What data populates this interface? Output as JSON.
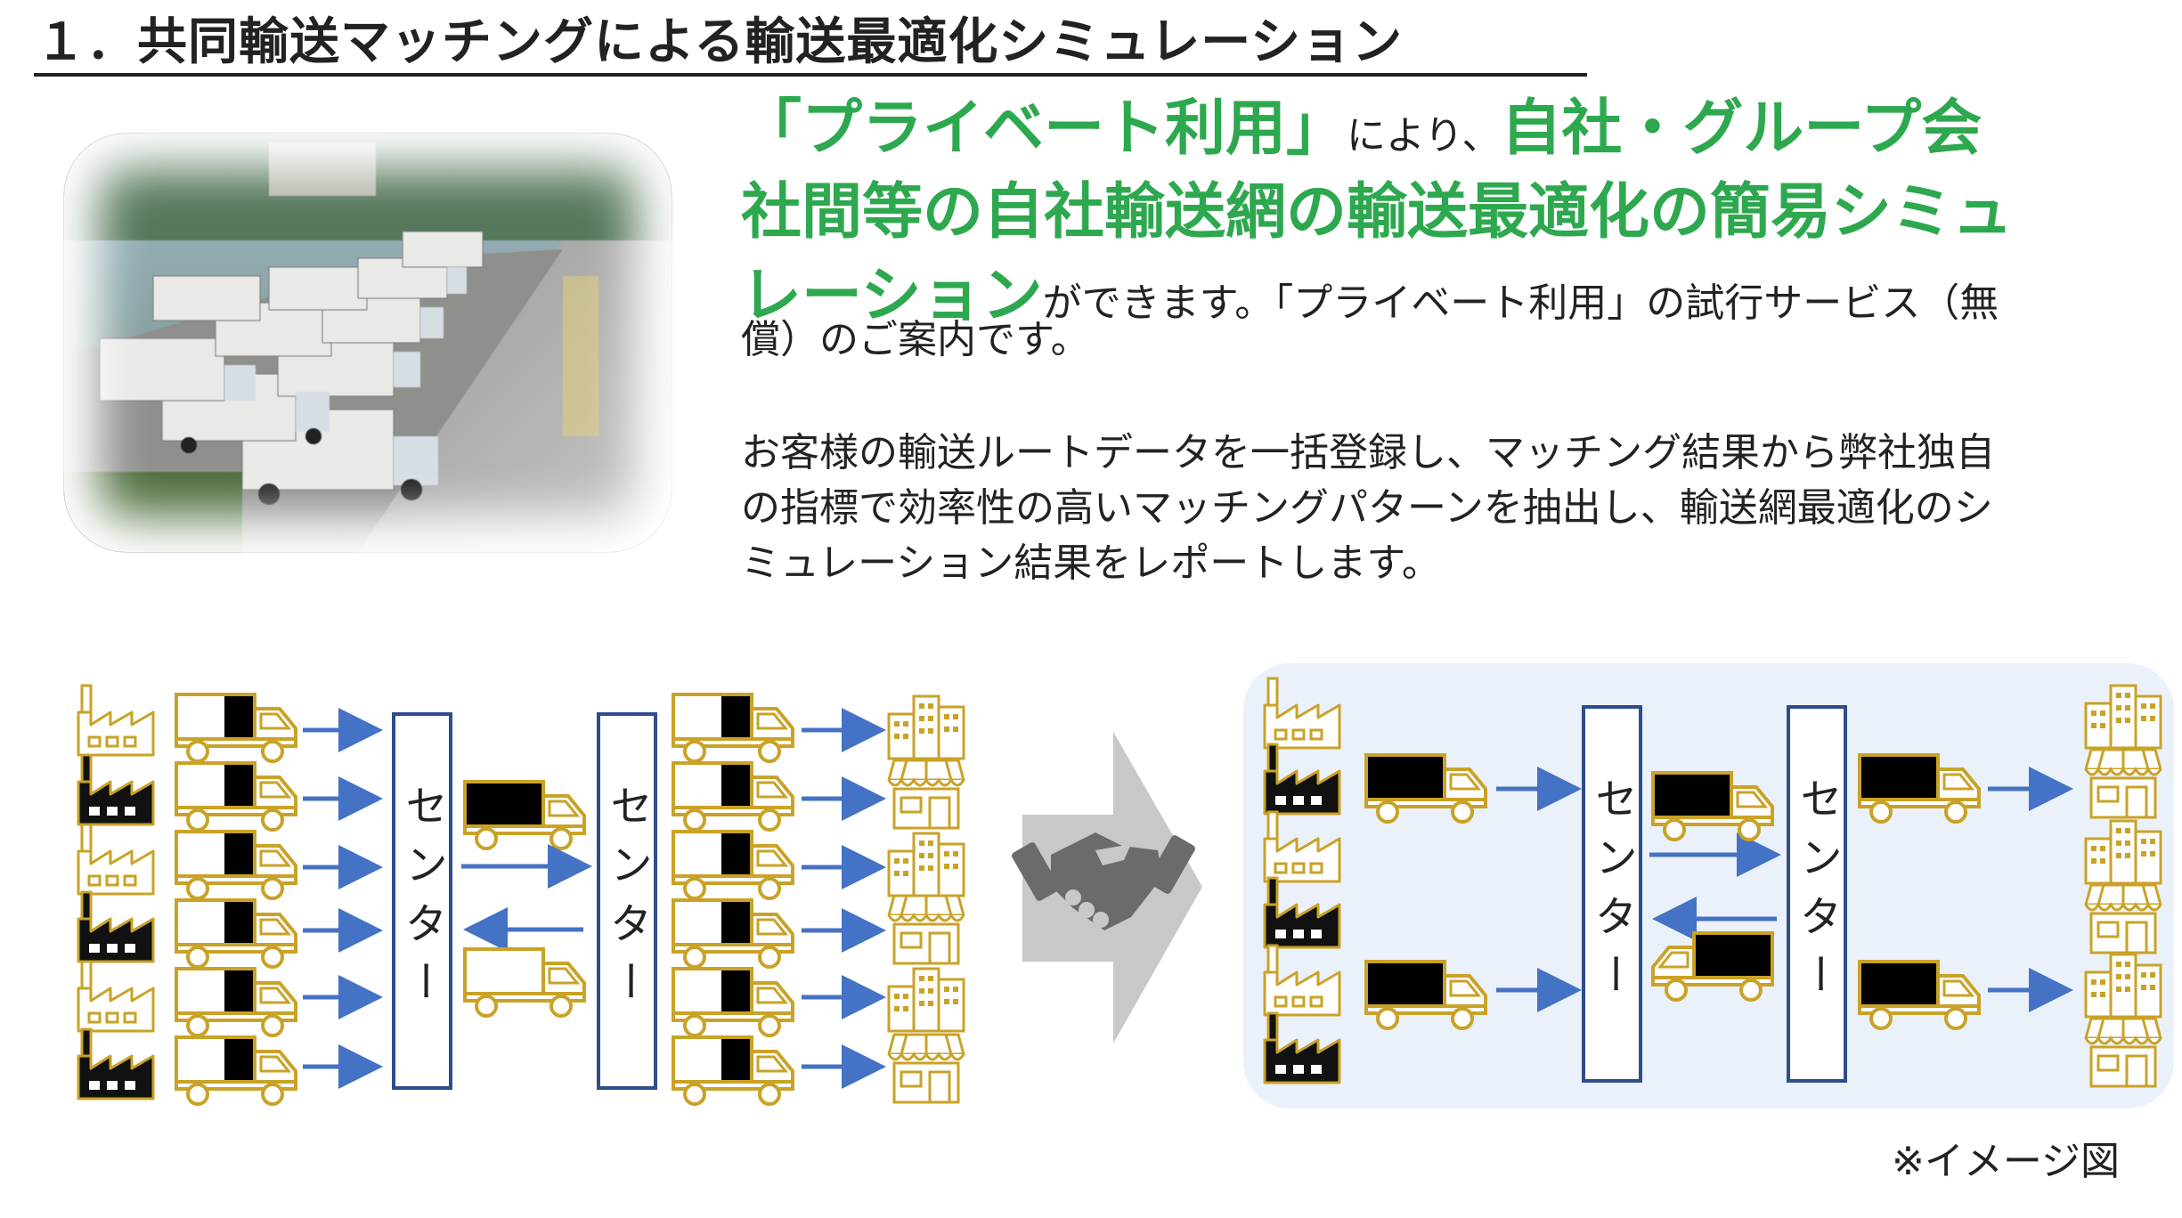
{
  "title": "１．共同輸送マッチングによる輸送最適化シミュレーション",
  "photo": {
    "alt_desc": ""
  },
  "lead": {
    "part1": "「プライベート利用」",
    "part2": "により、",
    "part3": "自社・グループ会",
    "line2": "社間等の自社輸送網の輸送最適化の簡易シミュ",
    "part4": "レーション",
    "part5": "ができます。「プライベート利用」の試行サービス（無",
    "line4": "償）のご案内です。"
  },
  "body": {
    "line1": "お客様の輸送ルートデータを一括登録し、マッチング結果から弊社独自",
    "line2": "の指標で効率性の高いマッチングパターンを抽出し、輸送網最適化のシ",
    "line3": "ミュレーション結果をレポートします。"
  },
  "diagram": {
    "center_label": "センター",
    "colors": {
      "gold": "#c9a227",
      "arrow_blue": "#4472c4",
      "box_border": "#2f4c8c",
      "bg_panel": "#eaf1fa",
      "big_arrow": "#c8c8c8",
      "handshake": "#6b6b6b"
    },
    "icons": [
      "factory-icon",
      "truck-icon",
      "building-icon",
      "shop-icon",
      "handshake-icon",
      "arrow-icon"
    ]
  },
  "note": "※イメージ図"
}
